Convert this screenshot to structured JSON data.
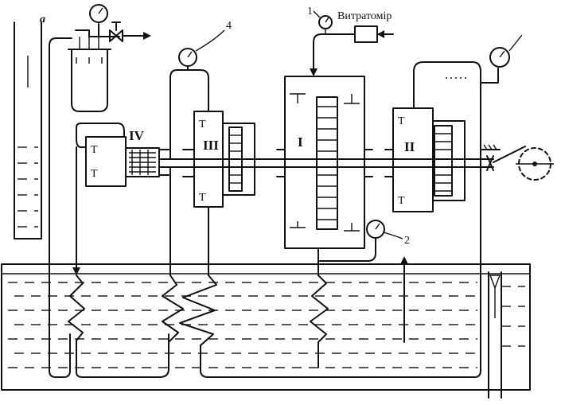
{
  "labels": {
    "flowmeter": "Витратомір",
    "stage_i": "I",
    "stage_ii": "II",
    "stage_iii": "III",
    "stage_iv": "IV",
    "gauge_1": "1",
    "gauge_2": "2",
    "gauge_4": "4",
    "vessel_a": "a"
  }
}
